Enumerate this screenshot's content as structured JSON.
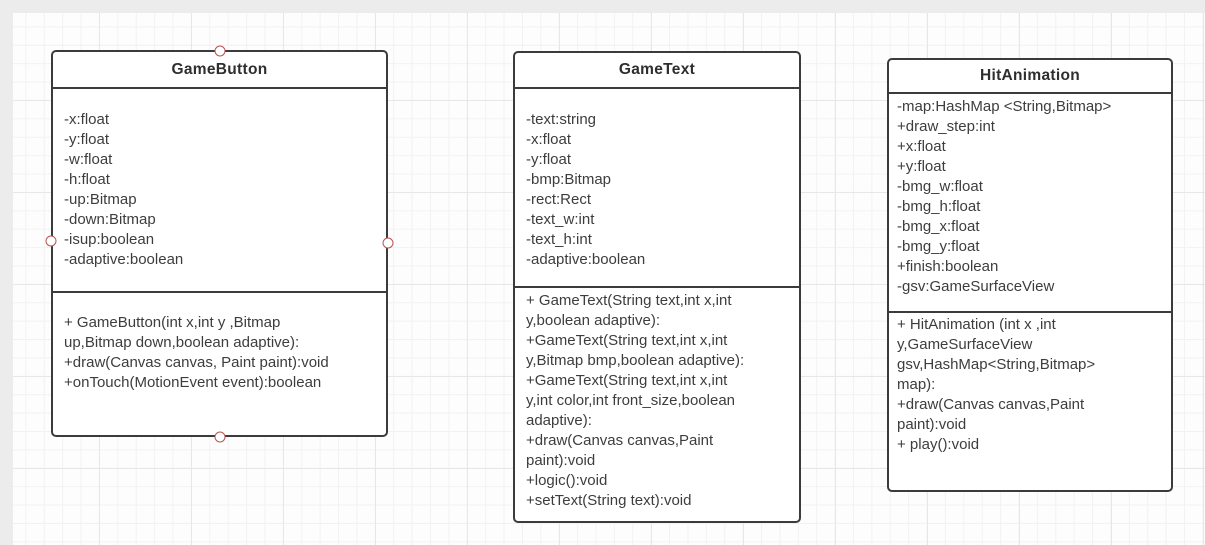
{
  "diagram": {
    "type": "uml-class-diagram",
    "colors": {
      "frame_background": "#ececec",
      "canvas_background": "#fdfdfd",
      "grid_line_minor": "#f2f2f2",
      "grid_line_major": "#e7e7e7",
      "box_border": "#3b3b3b",
      "text": "#3d3d3d",
      "handle_accent": "#b85450"
    },
    "classes": [
      {
        "title": "GameButton",
        "attributes": [
          "-x:float",
          "-y:float",
          "-w:float",
          "-h:float",
          "-up:Bitmap",
          "-down:Bitmap",
          "-isup:boolean",
          "-adaptive:boolean"
        ],
        "method_lines": [
          "+ GameButton(int x,int y ,Bitmap",
          "up,Bitmap down,boolean adaptive):",
          "+draw(Canvas canvas, Paint paint):void",
          "+onTouch(MotionEvent event):boolean"
        ]
      },
      {
        "title": "GameText",
        "attributes": [
          "-text:string",
          "-x:float",
          "-y:float",
          "-bmp:Bitmap",
          "-rect:Rect",
          "-text_w:int",
          "-text_h:int",
          "-adaptive:boolean"
        ],
        "method_lines": [
          "+ GameText(String text,int x,int",
          "y,boolean adaptive):",
          "+GameText(String text,int x,int",
          "y,Bitmap bmp,boolean adaptive):",
          "+GameText(String text,int x,int",
          "y,int color,int front_size,boolean",
          "adaptive):",
          "+draw(Canvas canvas,Paint",
          "paint):void",
          "+logic():void",
          "+setText(String text):void"
        ]
      },
      {
        "title": "HitAnimation",
        "attributes": [
          "-map:HashMap <String,Bitmap>",
          "+draw_step:int",
          "+x:float",
          "+y:float",
          "-bmg_w:float",
          "-bmg_h:float",
          "-bmg_x:float",
          "-bmg_y:float",
          "+finish:boolean",
          "-gsv:GameSurfaceView"
        ],
        "method_lines": [
          "+ HitAnimation (int x ,int",
          "y,GameSurfaceView",
          "gsv,HashMap<String,Bitmap>",
          "map):",
          "+draw(Canvas canvas,Paint",
          "paint):void",
          "+ play():void"
        ]
      }
    ]
  }
}
